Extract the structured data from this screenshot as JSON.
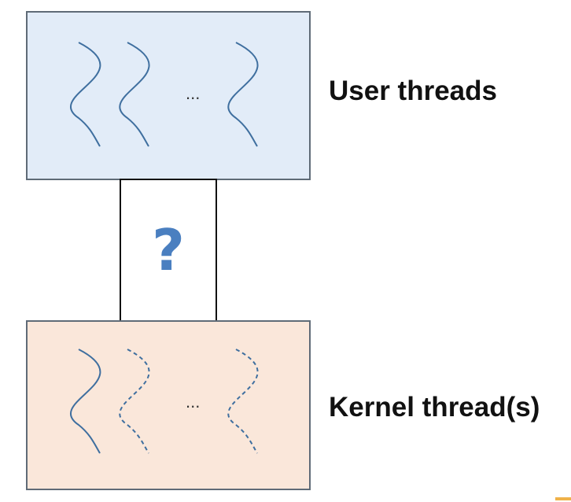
{
  "labels": {
    "user_threads": "User threads",
    "kernel_threads": "Kernel thread(s)",
    "mapping_question": "?",
    "user_ellipsis": "...",
    "kernel_ellipsis": "..."
  },
  "colors": {
    "user_box_fill": "#e2ecf8",
    "kernel_box_fill": "#fae7da",
    "box_stroke": "#5f6b77",
    "thread_stroke": "#3f6f9f",
    "question_mark": "#4a7fc0",
    "accent": "#f0b24a"
  },
  "threads": {
    "user": [
      {
        "name": "user-thread-1",
        "style": "solid"
      },
      {
        "name": "user-thread-2",
        "style": "solid"
      },
      {
        "name": "user-thread-n",
        "style": "solid"
      }
    ],
    "kernel": [
      {
        "name": "kernel-thread-1",
        "style": "solid"
      },
      {
        "name": "kernel-thread-2",
        "style": "dashed"
      },
      {
        "name": "kernel-thread-n",
        "style": "dashed"
      }
    ]
  }
}
